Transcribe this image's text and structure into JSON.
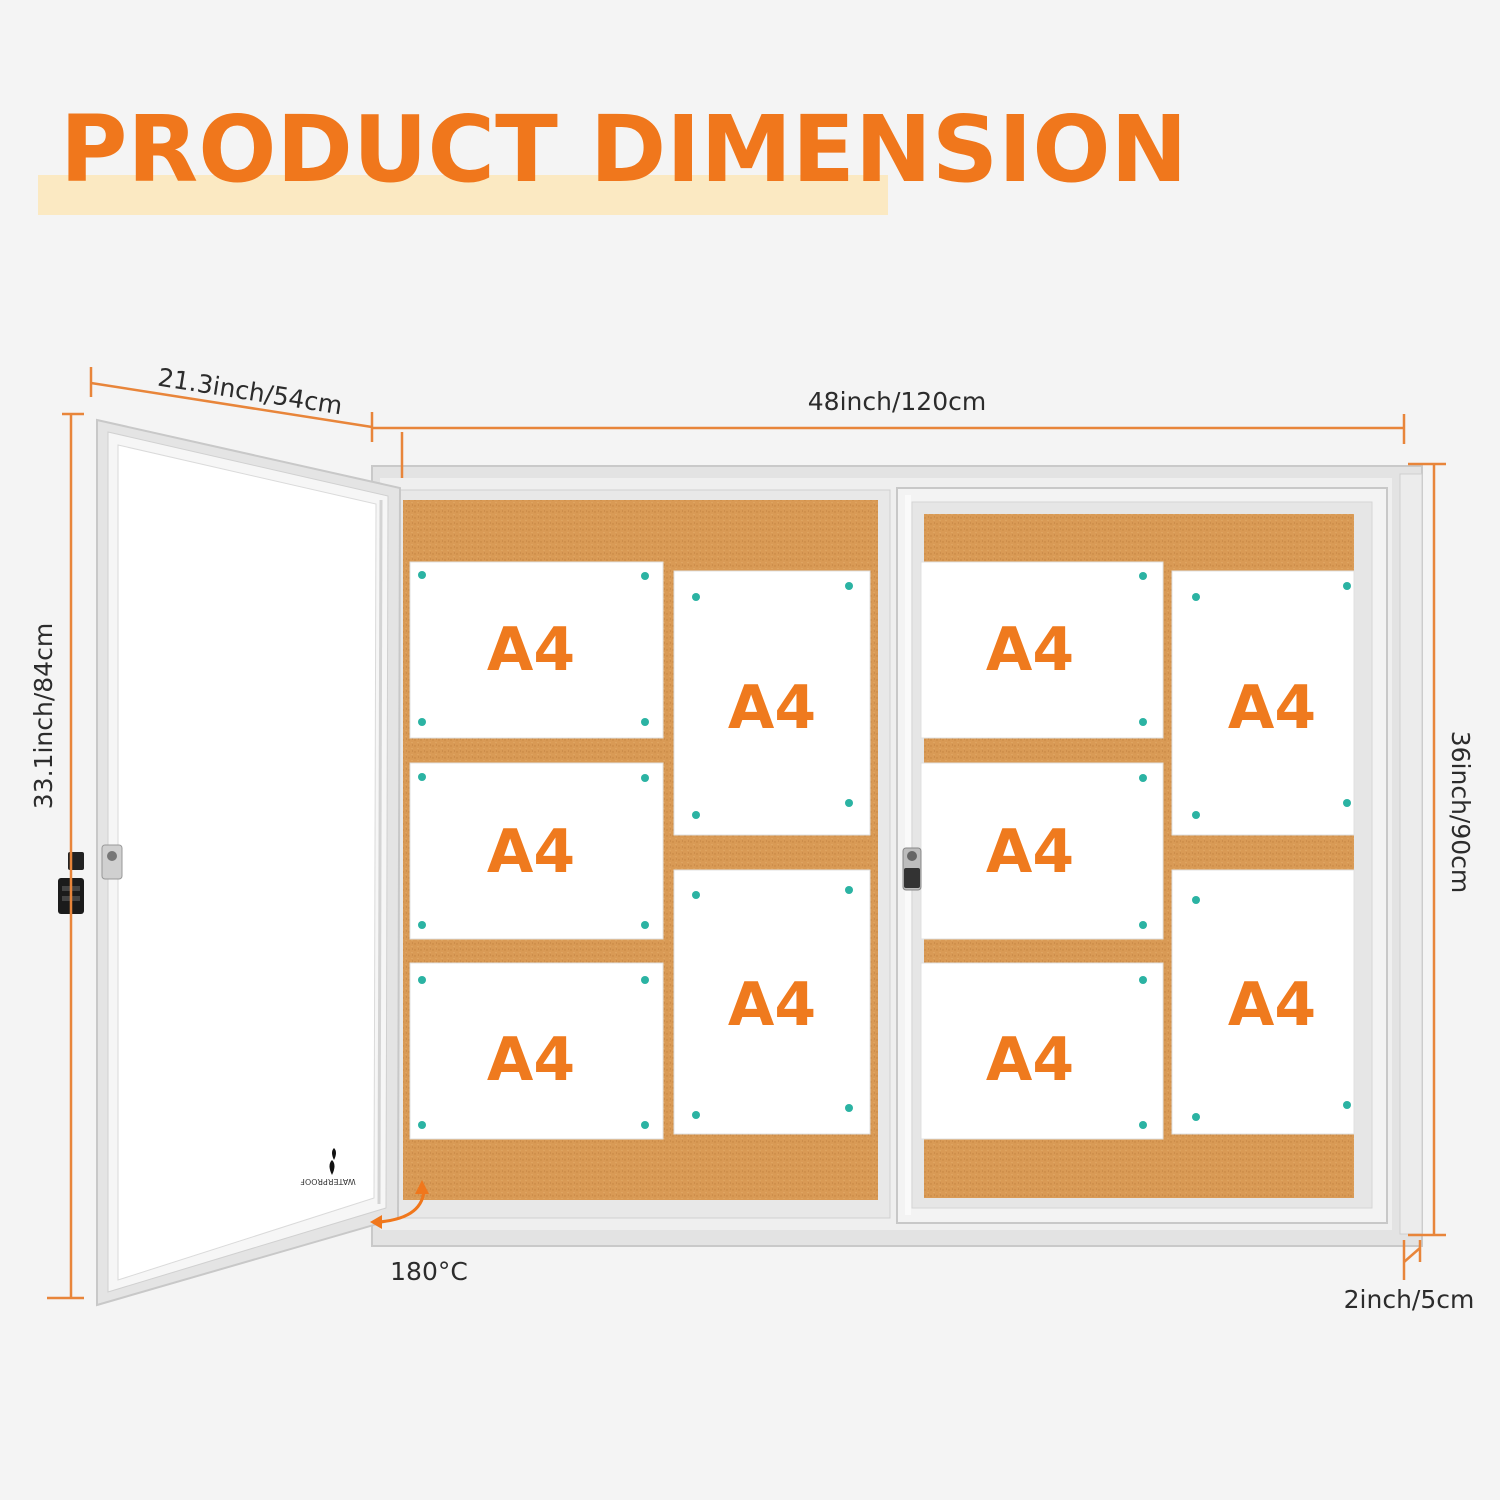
{
  "title": "PRODUCT DIMENSION",
  "paper_label": "A4",
  "dimensions": {
    "door_width": "21.3inch/54cm",
    "total_width": "48inch/120cm",
    "door_height": "33.1inch/84cm",
    "total_height": "36inch/90cm",
    "depth": "2inch/5cm",
    "opening_angle": "180°C"
  },
  "waterproof_label": "WATERPROOF",
  "colors": {
    "accent": "#f0771c",
    "cork": "#d99a55",
    "frame": "#dcdcdc",
    "pin": "#2bb3a3",
    "dimension_line": "#e8853a"
  }
}
